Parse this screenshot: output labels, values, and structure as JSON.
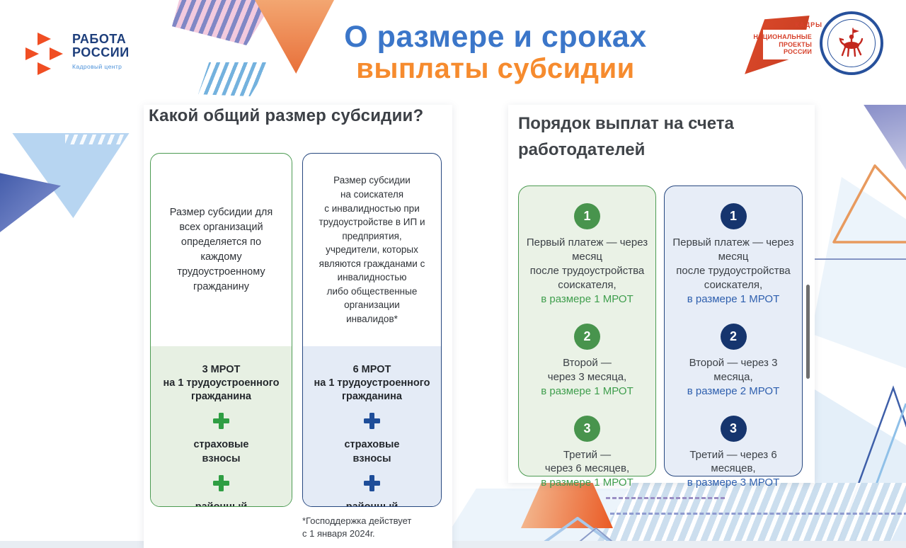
{
  "palette": {
    "title_blue": "#3b76c9",
    "title_orange": "#f68b2e",
    "brand_navy": "#1d3e7b",
    "brand_orange": "#f04e23",
    "green": "#48944d",
    "navy": "#16356e",
    "highlight_blue": "#2e5fae"
  },
  "header": {
    "brand": {
      "name_line1": "РАБОТА",
      "name_line2": "РОССИИ",
      "subtitle": "Кадровый центр"
    },
    "title_line1": "О размере и сроках",
    "title_line2": "выплаты субсидии",
    "np_logo": {
      "tag": "КАДРЫ",
      "line1": "НАЦИОНАЛЬНЫЕ",
      "line2": "ПРОЕКТЫ",
      "line3": "РОССИИ"
    }
  },
  "subsidy_size": {
    "heading": "Какой общий размер субсидии?",
    "general_card": {
      "description": "Размер субсидии для\nвсех организаций\nопределяется по\nкаждому\nтрудоустроенному\nгражданину",
      "amount": "3 МРОТ\nна 1 трудоустроенного\nгражданина",
      "addon1": "страховые\nвзносы",
      "addon2": "районный\nкоэффициент"
    },
    "disability_card": {
      "description": "Размер субсидии\nна соискателя\nс инвалидностью при\nтрудоустройстве в ИП и\nпредприятия,\nучредители, которых\nявляются гражданами с\nинвалидностью\nлибо общественные\nорганизации\nинвалидов*",
      "amount": "6 МРОТ\nна 1 трудоустроенного\nгражданина",
      "addon1": "страховые\nвзносы",
      "addon2": "районный\nкоэффициент"
    },
    "footnote": "*Господдержка действует\nс 1 января 2024г."
  },
  "payment_order": {
    "heading": "Порядок выплат на счета\nработодателей",
    "general_card": {
      "steps": [
        {
          "num": "1",
          "text": "Первый платеж — через\nмесяц\nпосле трудоустройства\nсоискателя,",
          "highlight": "в размере 1 МРОТ"
        },
        {
          "num": "2",
          "text": "Второй —\nчерез 3 месяца,",
          "highlight": "в размере 1 МРОТ"
        },
        {
          "num": "3",
          "text": "Третий —\nчерез 6 месяцев,",
          "highlight": "в размере 1 МРОТ"
        }
      ]
    },
    "disability_card": {
      "steps": [
        {
          "num": "1",
          "text": "Первый платеж — через\nмесяц\nпосле трудоустройства\nсоискателя,",
          "highlight": "в размере 1 МРОТ"
        },
        {
          "num": "2",
          "text": "Второй — через 3\nмесяца,",
          "highlight": "в размере 2 МРОТ"
        },
        {
          "num": "3",
          "text": "Третий — через 6\nмесяцев,",
          "highlight": "в размере 3 МРОТ"
        }
      ]
    }
  }
}
